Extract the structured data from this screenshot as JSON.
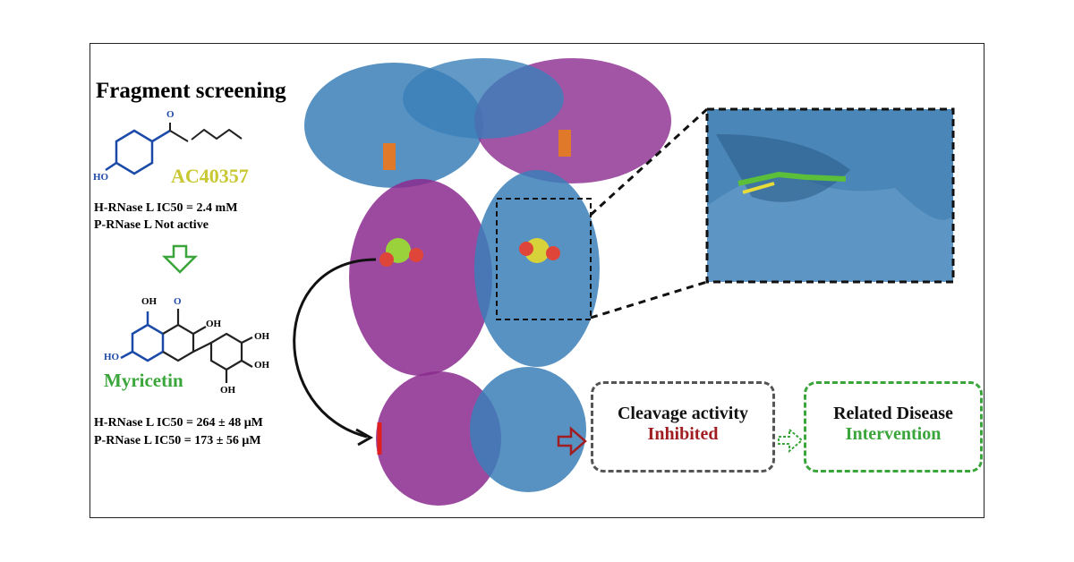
{
  "title": "Fragment screening",
  "compound1": {
    "name": "AC40357",
    "ho_label": "HO",
    "o_label": "O",
    "activity": [
      "H-RNase L IC50 = 2.4 mM",
      "P-RNase L Not active"
    ]
  },
  "compound2": {
    "name": "Myricetin",
    "oh": "OH",
    "o": "O",
    "ho": "HO",
    "activity": [
      "H-RNase L IC50 = 264 ± 48 μM",
      "P-RNase L IC50 = 173 ± 56 μM"
    ]
  },
  "outcome": {
    "line1": "Cleavage activity",
    "line2": "Inhibited"
  },
  "disease": {
    "line1": "Related Disease",
    "line2": "Intervention"
  },
  "colors": {
    "blue": "#3b7fb9",
    "purple": "#8b2a8e",
    "green": "#3aa53a",
    "olive": "#c8c832",
    "red": "#a01e22"
  }
}
